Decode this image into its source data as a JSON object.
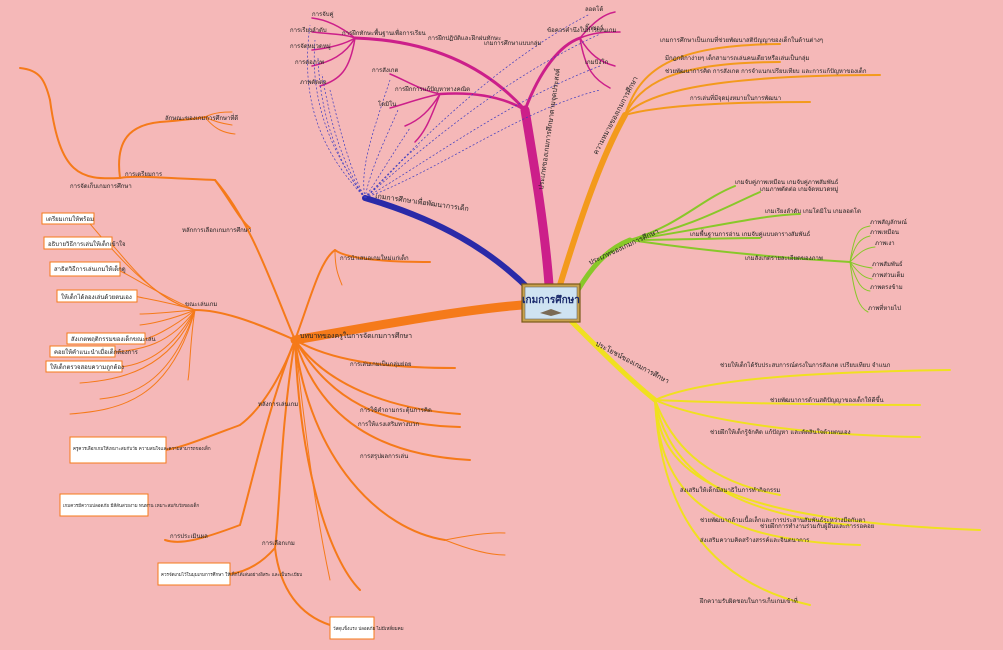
{
  "center": {
    "title": "เกมการศึกษา"
  },
  "branches": {
    "magenta": {
      "main": "ประเภทของเกมการศึกษาตามจุดประสงค์",
      "sub1": "การฝึกทักษะพื้นฐานเพื่อการเรียน",
      "sub2": "การฝึกปฏิบัติและฝึกฝนทักษะ",
      "sub3": "การฝึกการแก้ปัญหาทางคณิต",
      "sub4": "เกมการศึกษาแบบกลุ่ม",
      "sub5": "ข้อควรคำนึงในการเล่นเกม",
      "leaves": [
        "การจับคู่",
        "การเรียงลำดับ",
        "การจัดหมวดหมู่",
        "การต่อภาพ",
        "ภาพตัดต่อ",
        "การสังเกต",
        "โดมิโน",
        "ลอตโต้",
        "จิ๊กซอว์",
        "เกมบิงโก"
      ]
    },
    "blue": {
      "main": "เกมการศึกษาเพื่อพัฒนาการเด็ก"
    },
    "orangeTop": {
      "main": "ความหมายของเกมการศึกษา",
      "items": [
        "เกมการศึกษาเป็นเกมที่ช่วยพัฒนาสติปัญญาของเด็กในด้านต่างๆ",
        "มีกฎกติกาง่ายๆ เด็กสามารถเล่นคนเดียวหรือเล่นเป็นกลุ่ม",
        "ช่วยพัฒนาการคิด การสังเกต การจำแนกเปรียบเทียบ และการแก้ปัญหาของเด็ก",
        "การเล่นที่มีจุดมุ่งหมายในการพัฒนา"
      ]
    },
    "green": {
      "main": "ประเภทของเกมการศึกษา",
      "items": [
        "เกมจับคู่ภาพเหมือน เกมจับคู่ภาพสัมพันธ์",
        "เกมภาพตัดต่อ เกมจัดหมวดหมู่",
        "เกมเรียงลำดับ เกมโดมิโน เกมลอตโต",
        "เกมพื้นฐานการอ่าน เกมจับคู่แบบตารางสัมพันธ์",
        "เกมสังเกตรายละเอียดของภาพ"
      ],
      "leaves": [
        "ภาพเหมือน",
        "ภาพเงา",
        "ภาพสัมพันธ์",
        "ภาพส่วนเต็ม",
        "ภาพตรงข้าม",
        "ภาพที่หายไป",
        "ภาพสัญลักษณ์"
      ]
    },
    "yellow": {
      "main": "ประโยชน์ของเกมการศึกษา",
      "items": [
        "ช่วยให้เด็กได้รับประสบการณ์ตรงในการสังเกต เปรียบเทียบ จำแนก",
        "ช่วยพัฒนาการด้านสติปัญญาของเด็กให้ดีขึ้น",
        "ช่วยฝึกให้เด็กรู้จักคิด แก้ปัญหา และตัดสินใจด้วยตนเอง",
        "ส่งเสริมให้เด็กมีสมาธิในการทำกิจกรรม",
        "ช่วยพัฒนากล้ามเนื้อเล็กและการประสานสัมพันธ์ระหว่างมือกับตา",
        "ช่วยฝึกการทำงานร่วมกับผู้อื่นและการรอคอย",
        "ส่งเสริมความคิดสร้างสรรค์และจินตนาการ",
        "ฝึกความรับผิดชอบในการเก็บเกมเข้าที่"
      ]
    },
    "orangeLeft": {
      "main": "บทบาทของครูในการจัดเกมการศึกษา",
      "sub1": "การเตรียมการ",
      "sub2": "ขณะเล่นเกม",
      "sub3": "หลังการเล่นเกม",
      "sub4": "การประเมินผล",
      "sub5": "การเลือกเกม",
      "boxes": [
        "เตรียมเกมให้พร้อม",
        "อธิบายวิธีการเล่นให้เด็กเข้าใจ",
        "สาธิตวิธีการเล่นเกมให้เด็กดู",
        "ให้เด็กได้ลองเล่นด้วยตนเอง",
        "สังเกตพฤติกรรมของเด็กขณะเล่น",
        "คอยให้คำแนะนำเมื่อเด็กต้องการ",
        "ให้เด็กตรวจสอบความถูกต้อง",
        "ครูควรเลือกเกมให้เหมาะสมกับวัย ความสนใจและความสามารถของเด็ก",
        "เกมควรมีความปลอดภัย\nมีสีสันสวยงาม\nทนทาน\nเหมาะสมกับวัยของเด็ก",
        "ควรจัดเกมไว้ในมุมเกมการศึกษา\nให้เด็กได้เล่นอย่างอิสระ\nและเป็นระเบียบ",
        "วัสดุแข็งแรง\nปลอดภัย\nไม่มีเหลี่ยมคม"
      ],
      "items": [
        "ลักษณะของเกมการศึกษาที่ดี",
        "การจัดเก็บเกมการศึกษา",
        "หลักการเลือกเกมการศึกษา",
        "การนำเสนอเกมใหม่แก่เด็ก",
        "การเล่นเกมเป็นกลุ่มย่อย",
        "การใช้คำถามกระตุ้นการคิด",
        "การให้แรงเสริมทางบวก",
        "การสรุปผลการเล่น"
      ]
    }
  }
}
